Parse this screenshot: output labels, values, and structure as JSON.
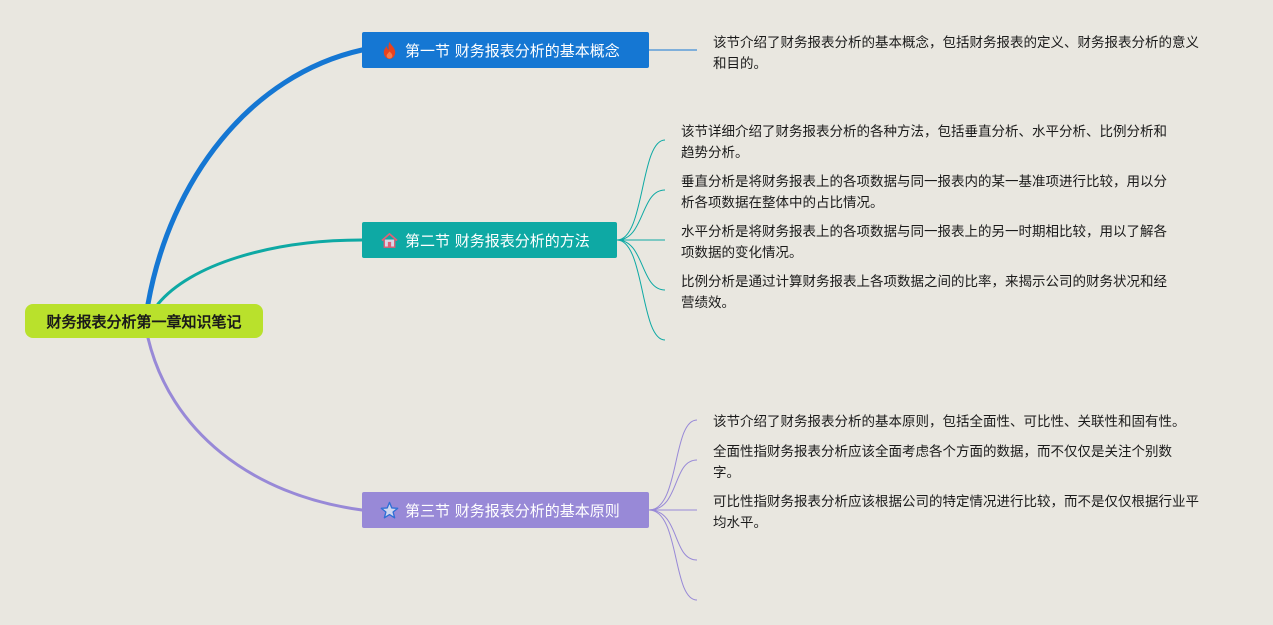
{
  "root": {
    "label": "财务报表分析第一章知识笔记",
    "color": "#b9e12c"
  },
  "topics": [
    {
      "label": "第一节 财务报表分析的基本概念",
      "icon": "flame-icon",
      "color": "#1577d3",
      "notes": [
        "该节介绍了财务报表分析的基本概念，包括财务报表的定义、财务报表分析的意义和目的。"
      ]
    },
    {
      "label": "第二节 财务报表分析的方法",
      "icon": "home-icon",
      "color": "#0ea9a4",
      "notes": [
        "该节详细介绍了财务报表分析的各种方法，包括垂直分析、水平分析、比例分析和趋势分析。",
        "垂直分析是将财务报表上的各项数据与同一报表内的某一基准项进行比较，用以分析各项数据在整体中的占比情况。",
        "水平分析是将财务报表上的各项数据与同一报表上的另一时期相比较，用以了解各项数据的变化情况。",
        "比例分析是通过计算财务报表上各项数据之间的比率，来揭示公司的财务状况和经营绩效。",
        ""
      ]
    },
    {
      "label": "第三节 财务报表分析的基本原则",
      "icon": "star-icon",
      "color": "#9889d7",
      "notes": [
        "该节介绍了财务报表分析的基本原则，包括全面性、可比性、关联性和固有性。",
        "全面性指财务报表分析应该全面考虑各个方面的数据，而不仅仅是关注个别数字。",
        "可比性指财务报表分析应该根据公司的特定情况进行比较，而不是仅仅根据行业平均水平。",
        "",
        ""
      ]
    }
  ]
}
